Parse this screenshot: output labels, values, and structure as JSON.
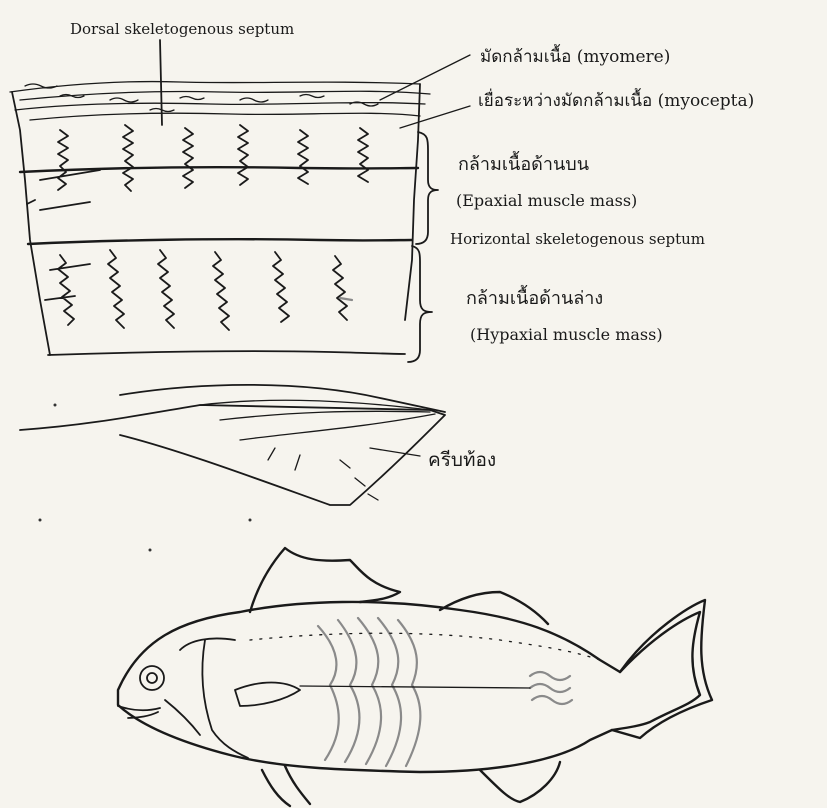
{
  "labels": {
    "dorsal_septum": "Dorsal skeletogenous septum",
    "myomere": "มัดกล้ามเนื้อ (myomere)",
    "myosepta": "เยื่อระหว่างมัดกล้ามเนื้อ (myocepta)",
    "epaxial_thai": "กล้ามเนื้อด้านบน",
    "epaxial_en": "(Epaxial muscle mass)",
    "horizontal_septum": "Horizontal skeletogenous septum",
    "hypaxial_thai": "กล้ามเนื้อด้านล่าง",
    "hypaxial_en": "(Hypaxial muscle mass)",
    "pelvic_fin": "ครีบท้อง"
  }
}
